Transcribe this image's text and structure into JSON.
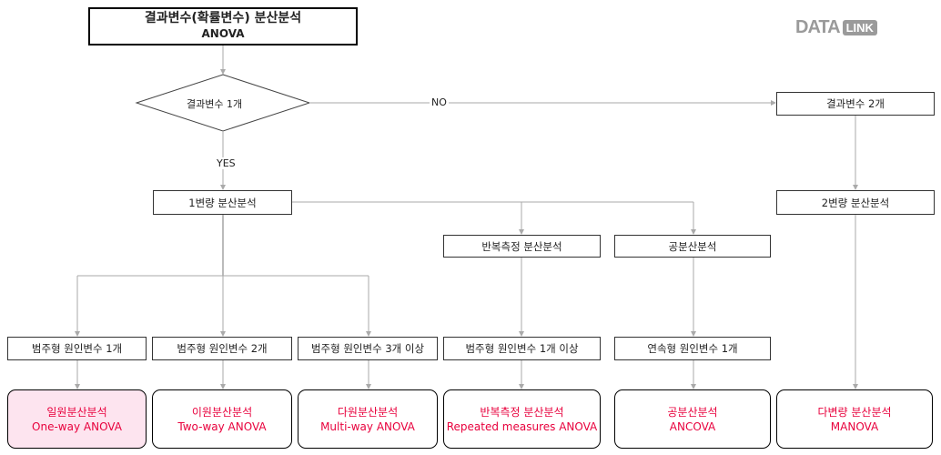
{
  "logo": {
    "part1": "DATA",
    "part2": "LINK"
  },
  "title": {
    "line1": "결과변수(확률변수) 분산분석",
    "line2": "ANOVA"
  },
  "decision": {
    "question": "결과변수 1개",
    "yes": "YES",
    "no": "NO"
  },
  "nodes": {
    "outcome2": "결과변수 2개",
    "univariate": "1변량 분산분석",
    "bivariate": "2변량 분산분석",
    "repeated": "반복측정 분산분석",
    "covariance": "공분산분석"
  },
  "conditions": [
    "범주형 원인변수 1개",
    "범주형 원인변수 2개",
    "범주형 원인변수 3개 이상",
    "범주형 원인변수 1개 이상",
    "연속형 원인변수 1개"
  ],
  "results": [
    {
      "ko": "일원분산분석",
      "en": "One-way ANOVA"
    },
    {
      "ko": "이원분산분석",
      "en": "Two-way ANOVA"
    },
    {
      "ko": "다원분산분석",
      "en": "Multi-way ANOVA"
    },
    {
      "ko": "반복측정 분산분석",
      "en": "Repeated measures ANOVA"
    },
    {
      "ko": "공분산분석",
      "en": "ANCOVA"
    },
    {
      "ko": "다변량 분산분석",
      "en": "MANOVA"
    }
  ],
  "colors": {
    "result_text": "#e8003c",
    "highlight_bg": "#fde4ef"
  }
}
